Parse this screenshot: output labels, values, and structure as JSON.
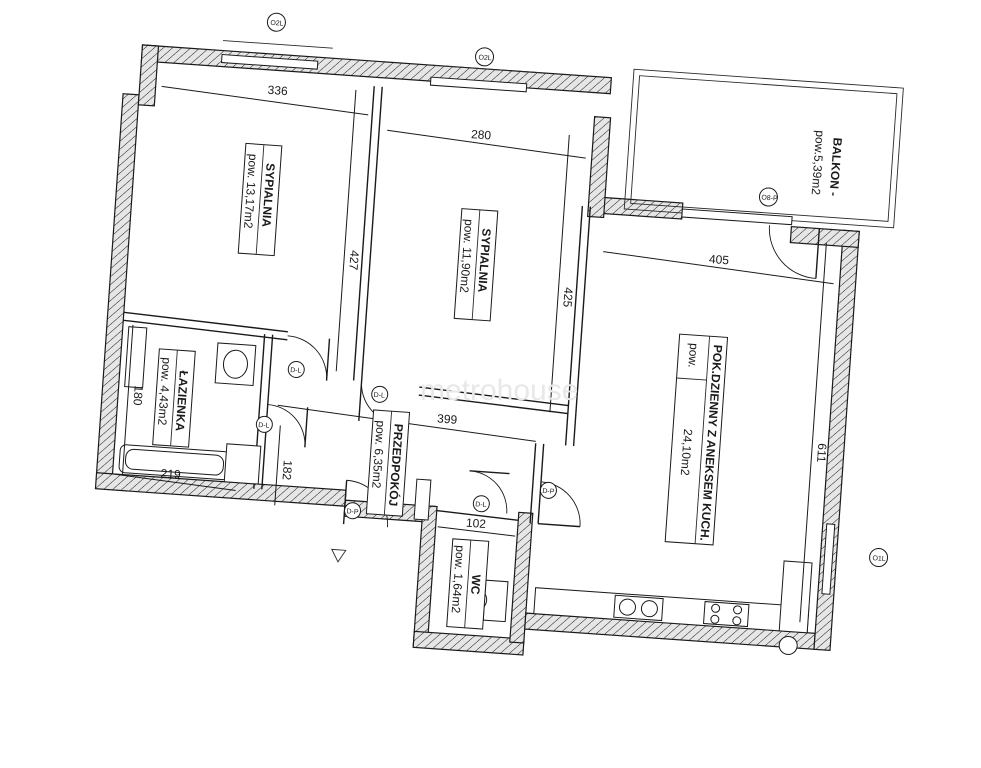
{
  "rooms": [
    {
      "id": "sypialnia-1",
      "name": "SYPIALNIA",
      "area": "pow. 13,17m2"
    },
    {
      "id": "sypialnia-2",
      "name": "SYPIALNIA",
      "area": "pow. 11,90m2"
    },
    {
      "id": "pokoj-dzienny",
      "name": "POK.DZIENNY Z ANEKSEM KUCH.",
      "area": "pow.",
      "area_value": "24,10m2"
    },
    {
      "id": "lazienka",
      "name": "ŁAZIENKA",
      "area": "pow. 4,43m2"
    },
    {
      "id": "przedpokoj",
      "name": "PRZEDPOKÓJ",
      "area": "pow. 6,35m2"
    },
    {
      "id": "wc",
      "name": "WC",
      "area": "pow. 1,64m2"
    },
    {
      "id": "balkon",
      "name": "BALKON -",
      "area": "pow.5,39m2"
    }
  ],
  "dimensions": {
    "d336": "336",
    "d280": "280",
    "d405": "405",
    "d427": "427",
    "d425": "425",
    "d399": "399",
    "d611": "611",
    "d182": "182",
    "d180": "180",
    "d219": "219",
    "d102": "102"
  },
  "tags": {
    "window1": "O2L",
    "window2": "O2L",
    "window3": "O1L",
    "door_balcony": "O8-P",
    "door_room": "D-L",
    "door_hall": "D-L",
    "door_bath": "D-L",
    "door_entry": "D-P",
    "door_wc": "D-L",
    "door_living": "D-P"
  },
  "watermark": "metrohouse",
  "colors": {
    "line": "#1a1a1a",
    "wall_fill": "#dcdcdc",
    "background": "#ffffff"
  }
}
